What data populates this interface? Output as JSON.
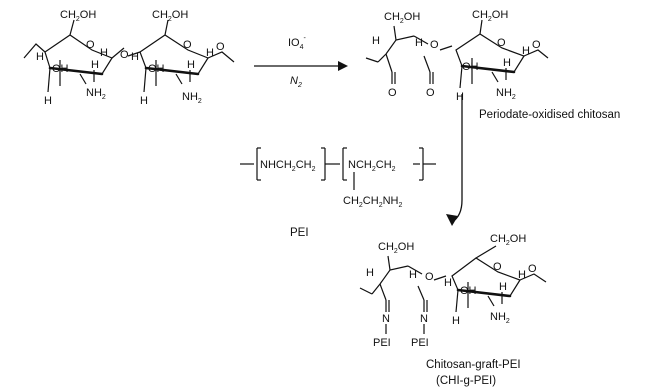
{
  "atoms": {
    "ch2oh": "CH",
    "ch2oh_sub": "2",
    "ch2oh_tail": "OH",
    "oh": "OH",
    "h": "H",
    "o": "O",
    "nh2": "NH",
    "nh2_sub": "2",
    "n": "N",
    "pei": "PEI"
  },
  "reaction_1": {
    "reagent": "IO",
    "reagent_sub": "4",
    "reagent_sup": "-",
    "condition": "N",
    "condition_sub": "2"
  },
  "labels": {
    "oxidised": "Periodate-oxidised chitosan",
    "pei": "PEI",
    "product_line1": "Chitosan-graft-PEI",
    "product_line2": "(CHI-g-PEI)"
  },
  "pei_structure": {
    "unit1_a": "NHCH",
    "unit1_a_sub": "2",
    "unit1_b": "CH",
    "unit1_b_sub": "2",
    "unit2_a": "NCH",
    "unit2_a_sub": "2",
    "unit2_b": "CH",
    "unit2_b_sub": "2",
    "branch_a": "CH",
    "branch_a_sub": "2",
    "branch_b": "CH",
    "branch_b_sub": "2",
    "branch_c": "NH",
    "branch_c_sub": "2"
  }
}
